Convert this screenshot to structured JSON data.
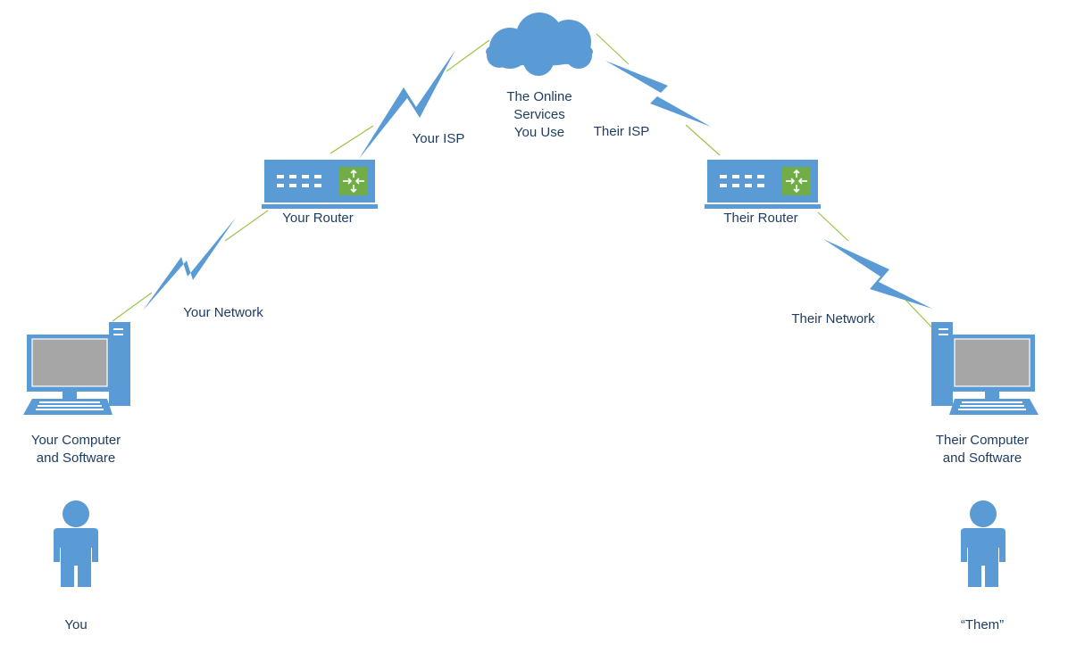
{
  "colors": {
    "device": "#5b9bd5",
    "device_dark": "#2e6ba8",
    "screen": "#a6a6a6",
    "router_green": "#70ad47",
    "link": "#9dc34a",
    "label": "#1f3d63"
  },
  "nodes": {
    "you": {
      "label": "You",
      "icon": "person-icon"
    },
    "your_computer": {
      "label": "Your Computer\nand Software",
      "icon": "computer-icon"
    },
    "your_router": {
      "label": "Your Router",
      "icon": "router-icon"
    },
    "online_services": {
      "label": "The Online\nServices\nYou Use",
      "icon": "cloud-icon"
    },
    "their_router": {
      "label": "Their Router",
      "icon": "router-icon"
    },
    "their_computer": {
      "label": "Their Computer\nand Software",
      "icon": "computer-icon"
    },
    "them": {
      "label": "“Them”",
      "icon": "person-icon"
    }
  },
  "links": {
    "your_network": {
      "label": "Your Network",
      "icon": "lightning-link-icon"
    },
    "your_isp": {
      "label": "Your ISP",
      "icon": "lightning-link-icon"
    },
    "their_isp": {
      "label": "Their ISP",
      "icon": "lightning-link-icon"
    },
    "their_network": {
      "label": "Their Network",
      "icon": "lightning-link-icon"
    }
  }
}
